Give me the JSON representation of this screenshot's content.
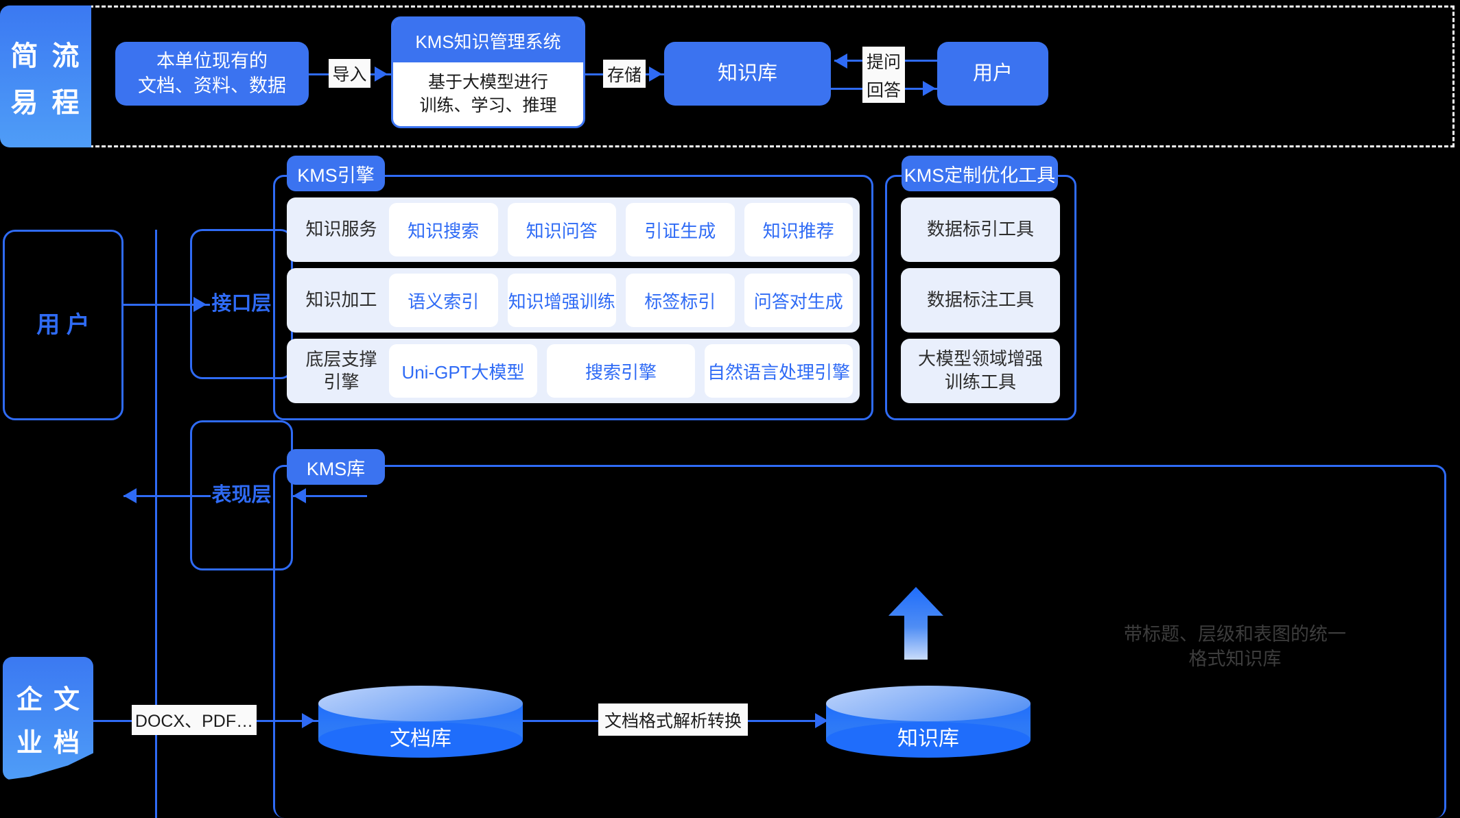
{
  "flow": {
    "tag_chars": [
      [
        "简",
        "流"
      ],
      [
        "易",
        "程"
      ]
    ],
    "source_box": "本单位现有的\n文档、资料、数据",
    "import_label": "导入",
    "kms_card_title": "KMS知识管理系统",
    "kms_card_body": "基于大模型进行\n训练、学习、推理",
    "store_label": "存储",
    "kb_box": "知识库",
    "ask_label": "提问",
    "answer_label": "回答",
    "user_box": "用户"
  },
  "architecture": {
    "user_box": "用 户",
    "interface_layer": "接口层",
    "presentation_layer": "表现层",
    "engine_tag": "KMS引擎",
    "engine_rows": [
      {
        "label": "知识服务",
        "cells": [
          "知识搜索",
          "知识问答",
          "引证生成",
          "知识推荐"
        ]
      },
      {
        "label": "知识加工",
        "cells": [
          "语义索引",
          "知识增强训练",
          "标签标引",
          "问答对生成"
        ]
      },
      {
        "label": "底层支撑\n引擎",
        "cells": [
          "Uni-GPT大模型",
          "搜索引擎",
          "自然语言处理引擎"
        ]
      }
    ],
    "tools_tag": "KMS定制优化工具",
    "tools": [
      "数据标引工具",
      "数据标注工具",
      "大模型领域增强\n训练工具"
    ]
  },
  "library": {
    "doc_tag_chars": [
      [
        "企",
        "文"
      ],
      [
        "业",
        "档"
      ]
    ],
    "kmslib_tag": "KMS库",
    "format_label": "DOCX、PDF…",
    "doc_store": "文档库",
    "convert_label": "文档格式解析转换",
    "knowledge_store": "知识库",
    "annotation": "带标题、层级和表图的统一\n格式知识库"
  },
  "colors": {
    "accent": "#2f6bf5",
    "box_fill": "#3b73f0",
    "panel_cell": "#e9effc",
    "background": "#000000",
    "label_bg": "#fafafa"
  }
}
